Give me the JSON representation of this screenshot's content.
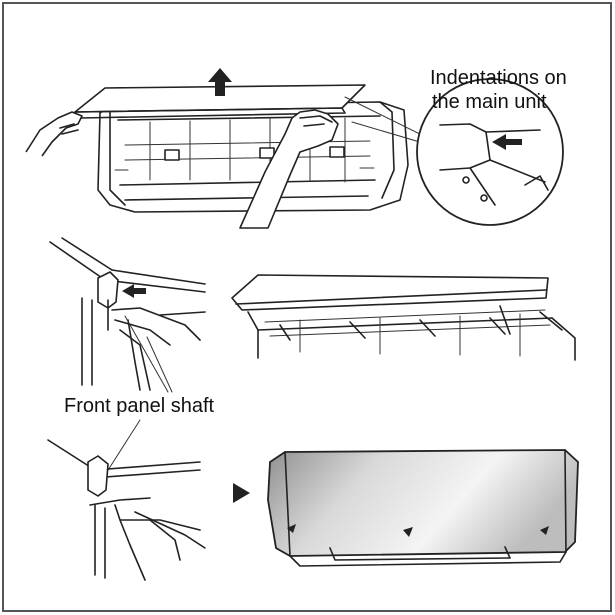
{
  "labels": {
    "indentations_line1": "Indentations on",
    "indentations_line2": "the main unit",
    "front_panel_shaft": "Front panel shaft"
  },
  "colors": {
    "line": "#222222",
    "frame": "#555555",
    "panel_shade_dark": "#8a8a8a",
    "panel_shade_light": "#f2f2f2"
  }
}
